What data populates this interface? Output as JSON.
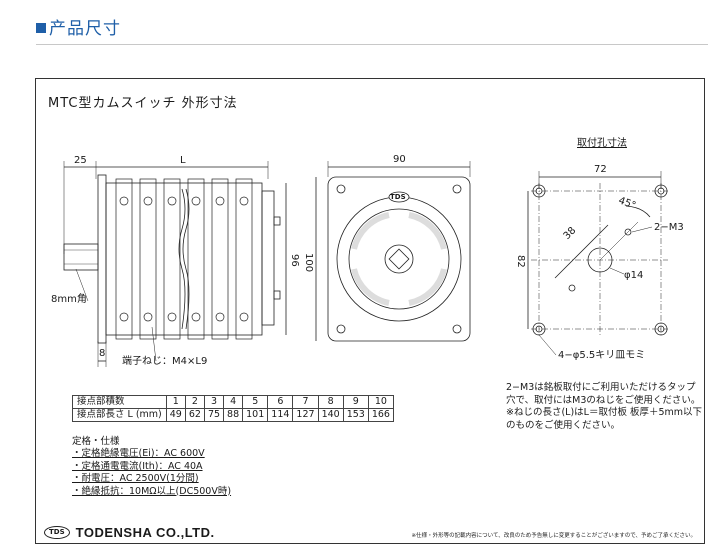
{
  "header": {
    "title": "产品尺寸"
  },
  "sheet": {
    "title": "MTC型カムスイッチ 外形寸法",
    "side_view": {
      "dim_25": "25",
      "dim_L": "L",
      "dim_96": "96",
      "dim_8": "8",
      "shaft_label": "8mm角",
      "terminal_label": "端子ねじ：M4×L9"
    },
    "front_view": {
      "dim_90": "90",
      "dim_100": "100",
      "logo": "TDS"
    },
    "mount_view": {
      "title": "取付孔寸法",
      "dim_72": "72",
      "dim_82": "82",
      "dim_38": "38",
      "dim_45": "45°",
      "m3_label": "2−M3",
      "phi14": "φ14",
      "holes_label": "4−φ5.5キリ皿モミ"
    },
    "table": {
      "row1_header": "接点部積数",
      "row2_header": "接点部長さ L (mm)",
      "counts": [
        "1",
        "2",
        "3",
        "4",
        "5",
        "6",
        "7",
        "8",
        "9",
        "10"
      ],
      "lengths": [
        "49",
        "62",
        "75",
        "88",
        "101",
        "114",
        "127",
        "140",
        "153",
        "166"
      ]
    },
    "specs": {
      "heading": "定格・仕様",
      "items": [
        "・定格絶縁電圧(Ei)：AC 600V",
        "・定格通電電流(Ith)：AC 40A",
        "・耐電圧：AC 2500V(1分間)",
        "・絶縁抵抗：10MΩ以上(DC500V時)"
      ]
    },
    "note": [
      "2−M3は銘板取付にご利用いただけるタップ",
      "穴で、取付にはM3のねじをご使用ください。",
      "※ねじの長さ(L)はL＝取付板 板厚＋5mm以下",
      "のものをご使用ください。"
    ],
    "footer": {
      "logo": "TDS",
      "company": "TODENSHA CO.,LTD.",
      "disclaimer": "※仕様・外形等の記載内容について、改良のため予告無しに変更することがございますので、予めご了承ください。"
    }
  }
}
